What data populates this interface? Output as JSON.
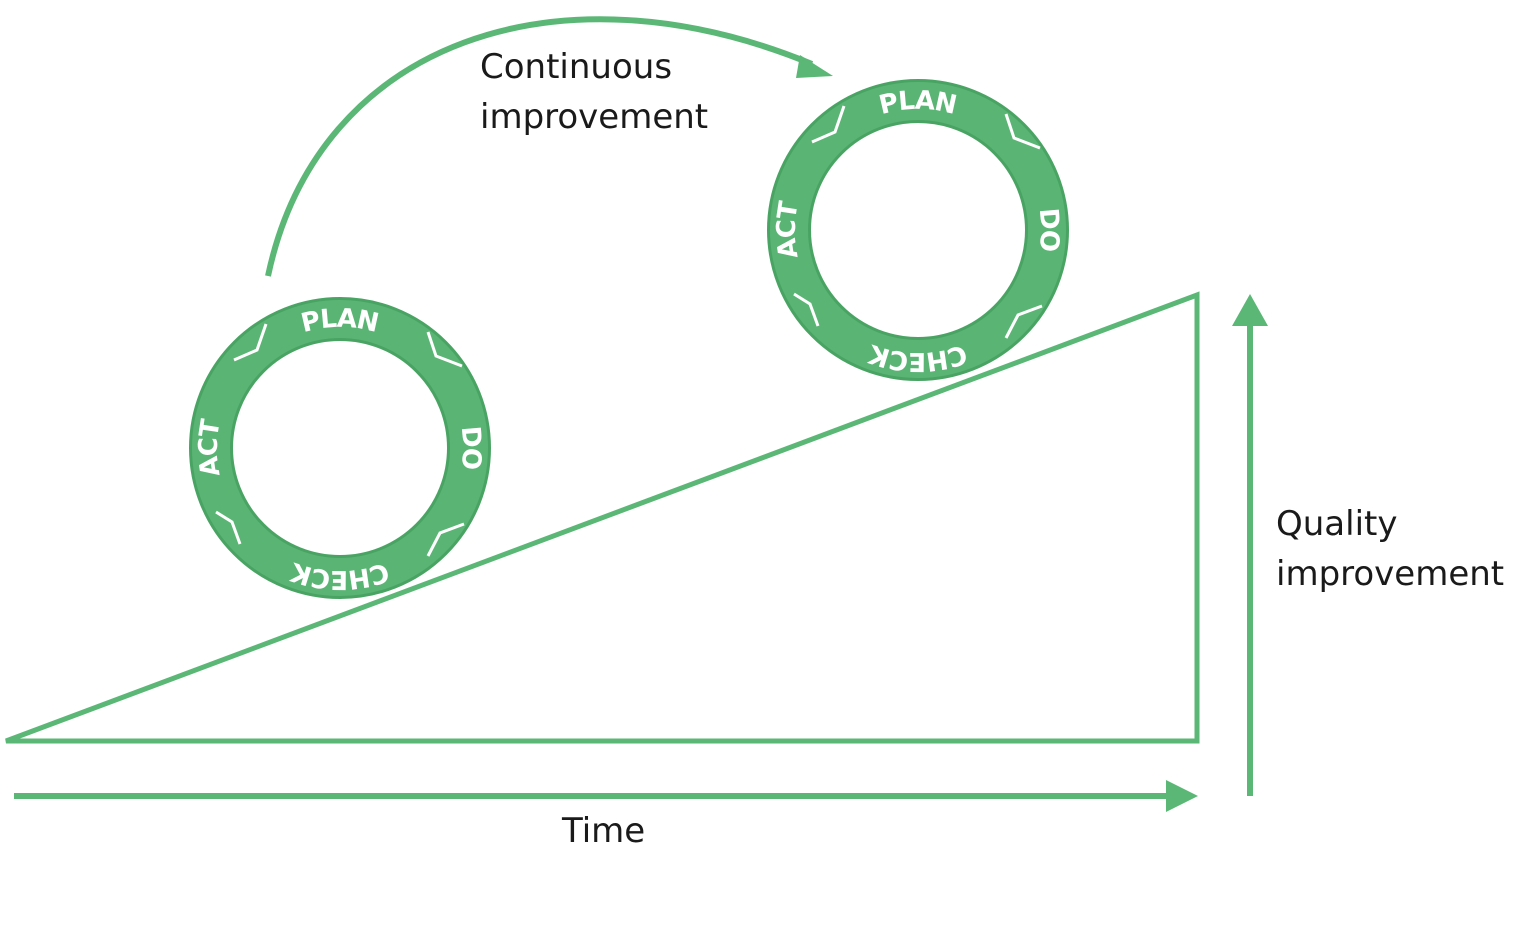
{
  "labels": {
    "continuous_line1": "Continuous",
    "continuous_line2": "improvement",
    "quality_line1": "Quality",
    "quality_line2": "improvement",
    "time": "Time"
  },
  "wheel": {
    "plan": "PLAN",
    "do": "DO",
    "check": "CHECK",
    "act": "ACT"
  },
  "colors": {
    "accent": "#5bb776",
    "ring": "#5ab575",
    "ring_edge": "#49a463",
    "text": "#1a1a1a"
  }
}
